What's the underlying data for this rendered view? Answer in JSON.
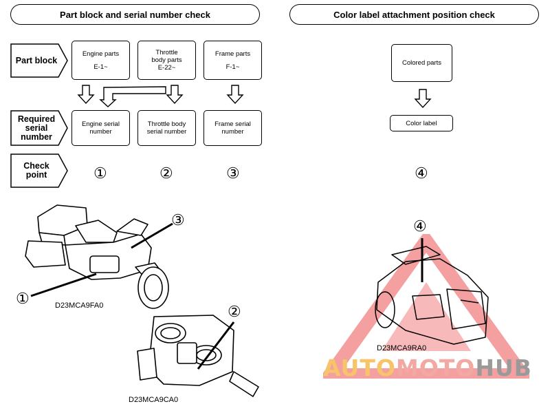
{
  "left_panel": {
    "title": "Part block and serial number check",
    "rows": {
      "part_block": "Part block",
      "required_serial": [
        "Required",
        "serial",
        "number"
      ],
      "check_point": [
        "Check",
        "point"
      ]
    },
    "part_blocks": [
      {
        "name": "Engine parts",
        "code": "E-1~"
      },
      {
        "name": "Throttle body parts",
        "code": "E-22~"
      },
      {
        "name": "Frame parts",
        "code": "F-1~"
      }
    ],
    "serial_boxes": [
      "Engine serial number",
      "Throttle body serial number",
      "Frame serial number"
    ],
    "check_points": [
      "①",
      "②",
      "③"
    ]
  },
  "right_panel": {
    "title": "Color label attachment position check",
    "colored_parts": "Colored parts",
    "color_label": "Color label",
    "check_point": "④"
  },
  "illustrations": {
    "motorcycle_code": "D23MCA9FA0",
    "throttle_code": "D23MCA9CA0",
    "rear_code": "D23MCA9RA0",
    "callouts": [
      "①",
      "②",
      "③",
      "④"
    ]
  },
  "watermark": {
    "word_parts": [
      "AUTO",
      "MOTO",
      "HUB"
    ],
    "colors": {
      "auto": "#f7c46a",
      "moto": "#f2a9a4",
      "hub": "#9a9a9a",
      "triangle": "#f08080"
    }
  }
}
